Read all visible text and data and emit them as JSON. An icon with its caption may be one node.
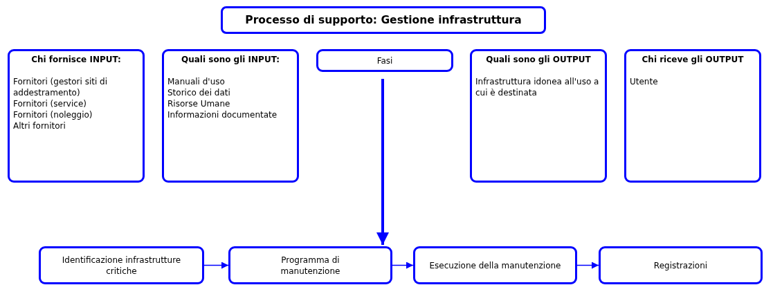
{
  "diagram": {
    "title": "Processo di supporto: Gestione infrastruttura",
    "nodes": [
      {
        "text": [
          "Chi fornisce INPUT:",
          "Fornitori (gestori siti di addestramento)",
          "Fornitori (service)",
          "Fornitori (noleggio)",
          "Altri fornitori"
        ]
      },
      {
        "text": [
          "Quali sono gli INPUT:",
          "Manuali d'uso",
          "Storico dei dati",
          "Risorse Umane",
          "Informazioni documentate"
        ]
      },
      {
        "text": [
          "Fasi"
        ]
      },
      {
        "text": [
          "Quali sono gli OUTPUT",
          "Infrastruttura idonea all'uso a cui è destinata"
        ]
      },
      {
        "text": [
          "Chi riceve gli OUTPUT",
          "Utente"
        ]
      },
      {
        "text": [
          "Identificazione infrastrutture critiche"
        ]
      },
      {
        "text": [
          "Programma di manutenzione"
        ]
      },
      {
        "text": [
          "Esecuzione della manutenzione"
        ]
      },
      {
        "text": [
          "Registrazioni"
        ]
      }
    ],
    "edges": [
      {
        "from": 2,
        "to": 6,
        "arrow": "to",
        "style": "thick"
      },
      {
        "from": 5,
        "to": 6,
        "arrow": "to"
      },
      {
        "from": 6,
        "to": 7,
        "arrow": "to"
      },
      {
        "from": 7,
        "to": 8,
        "arrow": "to"
      }
    ]
  }
}
